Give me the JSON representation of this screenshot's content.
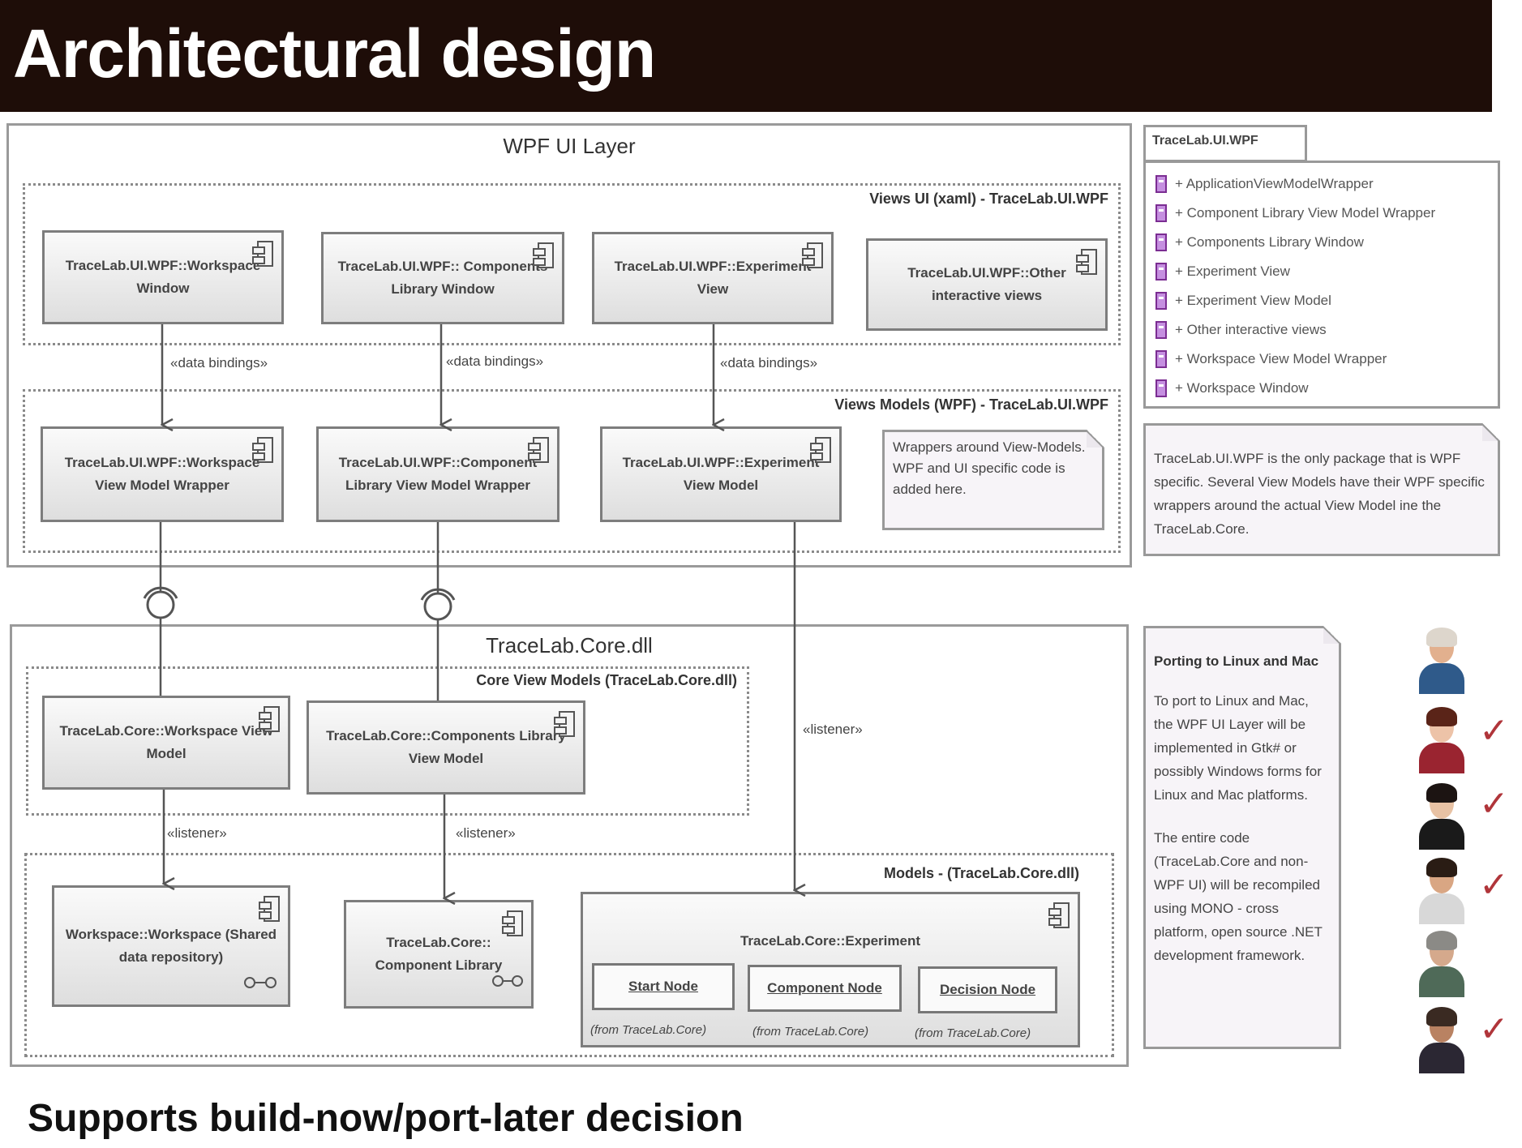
{
  "title": "Architectural design",
  "footer": "Supports build-now/port-later decision",
  "wpf_layer": {
    "title": "WPF UI Layer",
    "views_group": "Views UI (xaml) - TraceLab.UI.WPF",
    "viewmodels_group": "Views Models (WPF) - TraceLab.UI.WPF",
    "views": [
      "TraceLab.UI.WPF::Workspace Window",
      "TraceLab.UI.WPF:: Components Library Window",
      "TraceLab.UI.WPF::Experiment View",
      "TraceLab.UI.WPF::Other interactive views"
    ],
    "viewmodels": [
      "TraceLab.UI.WPF::Workspace View Model Wrapper",
      "TraceLab.UI.WPF::Component Library View Model Wrapper",
      "TraceLab.UI.WPF::Experiment View Model"
    ],
    "note": "Wrappers around View-Models. WPF and UI specific code is added here.",
    "binding_label": "«data bindings»"
  },
  "core_layer": {
    "title": "TraceLab.Core.dll",
    "core_vm_group": "Core View Models (TraceLab.Core.dll)",
    "models_group": "Models - (TraceLab.Core.dll)",
    "core_vms": [
      "TraceLab.Core::Workspace View Model",
      "TraceLab.Core::Components Library View Model"
    ],
    "models": [
      "Workspace::Workspace (Shared data repository)",
      "TraceLab.Core:: Component Library",
      "TraceLab.Core::Experiment"
    ],
    "experiment_nodes": [
      "Start Node",
      "Component Node",
      "Decision Node"
    ],
    "from_label": "(from TraceLab.Core)",
    "listener_label": "«listener»"
  },
  "package": {
    "name": "TraceLab.UI.WPF",
    "items": [
      "+ ApplicationViewModelWrapper",
      "+ Component Library View Model Wrapper",
      "+ Components Library Window",
      "+ Experiment View",
      "+ Experiment View Model",
      "+ Other interactive views",
      "+ Workspace View Model Wrapper",
      "+ Workspace Window"
    ],
    "icon": "class-icon"
  },
  "package_note": "TraceLab.UI.WPF is the only package that is WPF specific. Several View Models have their WPF specific wrappers around the actual View Model ine the TraceLab.Core.",
  "porting_note": {
    "title": "Porting to Linux and Mac",
    "para1": "To port to Linux and Mac, the WPF UI Layer will be implemented in Gtk# or possibly Windows forms for Linux and Mac platforms.",
    "para2": "The entire code (TraceLab.Core and non-WPF UI) will be recompiled using MONO - cross platform, open source .NET development framework."
  },
  "people": [
    {
      "checked": false,
      "skin": "#e2b08e",
      "hair": "#ddd6cc",
      "shirt": "#2f5a8a"
    },
    {
      "checked": true,
      "skin": "#edc3a8",
      "hair": "#5a2418",
      "shirt": "#9a2430"
    },
    {
      "checked": true,
      "skin": "#e8c2a4",
      "hair": "#1c1412",
      "shirt": "#1a1a1a"
    },
    {
      "checked": true,
      "skin": "#d9a683",
      "hair": "#2a1c14",
      "shirt": "#d8d8d8"
    },
    {
      "checked": false,
      "skin": "#d5a98c",
      "hair": "#8b8a86",
      "shirt": "#4f6a58"
    },
    {
      "checked": true,
      "skin": "#b98262",
      "hair": "#3a2a22",
      "shirt": "#2b2733"
    }
  ],
  "colors": {
    "title_bg": "#1e0d08",
    "check": "#b0353a",
    "class_icon": "#c58fe0"
  }
}
